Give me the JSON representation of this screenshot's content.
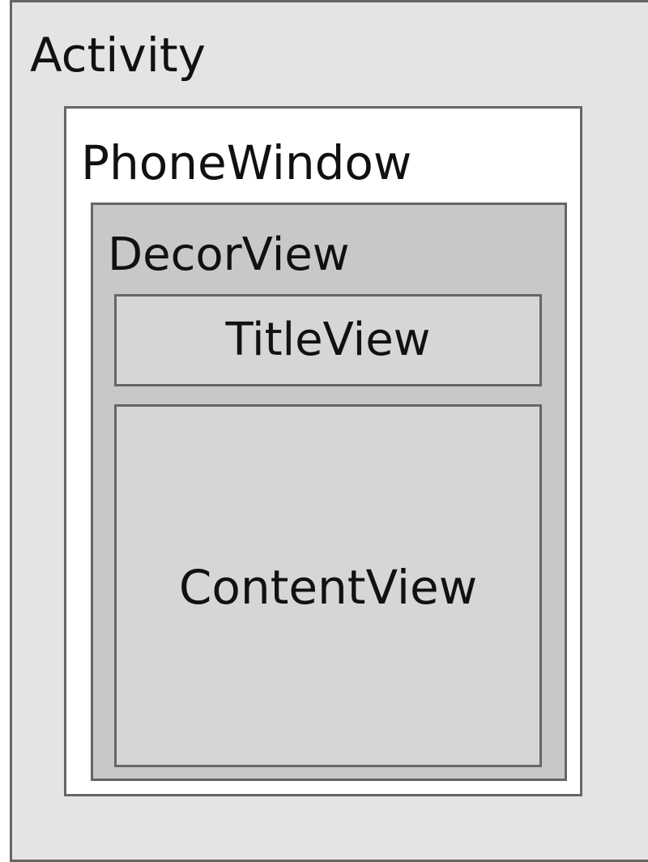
{
  "diagram": {
    "activity": {
      "label": "Activity"
    },
    "phone_window": {
      "label": "PhoneWindow"
    },
    "decor_view": {
      "label": "DecorView"
    },
    "title_view": {
      "label": "TitleView"
    },
    "content_view": {
      "label": "ContentView"
    }
  }
}
